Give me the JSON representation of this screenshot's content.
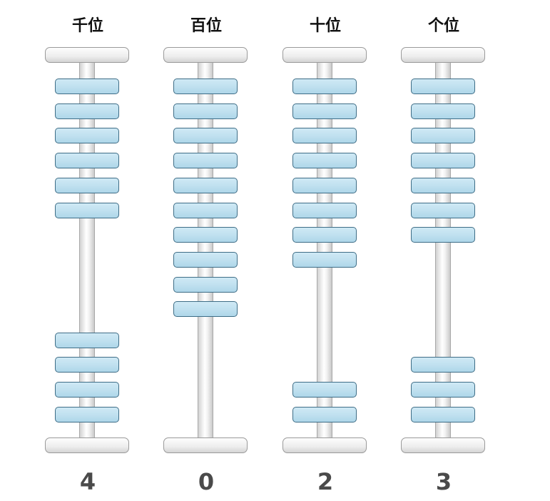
{
  "columns": [
    {
      "label": "千位",
      "digit": "4",
      "value": 4,
      "upper_beads": 6
    },
    {
      "label": "百位",
      "digit": "0",
      "value": 0,
      "upper_beads": 10
    },
    {
      "label": "十位",
      "digit": "2",
      "value": 2,
      "upper_beads": 8
    },
    {
      "label": "个位",
      "digit": "3",
      "value": 3,
      "upper_beads": 7
    }
  ],
  "colors": {
    "bead_fill": "#bfe0ef",
    "bead_border": "#3e6d86",
    "rod": "#e6e6e6",
    "digit": "#4a4a4a"
  }
}
